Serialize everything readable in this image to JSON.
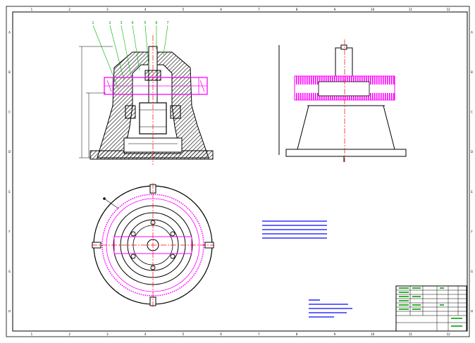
{
  "colors": {
    "frame": "#000000",
    "section": "#000000",
    "gear": "#ff00ff",
    "centerline": "#ff0000",
    "note": "#0000ff",
    "leader": "#00b000",
    "tableText": "#00a000"
  },
  "zone_numbers_top": [
    "1",
    "2",
    "3",
    "4",
    "5",
    "6",
    "7",
    "8",
    "9",
    "10",
    "11",
    "12"
  ],
  "zone_numbers_bottom": [
    "1",
    "2",
    "3",
    "4",
    "5",
    "6",
    "7",
    "8",
    "9",
    "10",
    "11",
    "12"
  ],
  "zone_letters": [
    "A",
    "B",
    "C",
    "D",
    "E",
    "F",
    "G",
    "H"
  ],
  "balloons": [
    "1",
    "2",
    "3",
    "4",
    "5",
    "6",
    "7"
  ]
}
